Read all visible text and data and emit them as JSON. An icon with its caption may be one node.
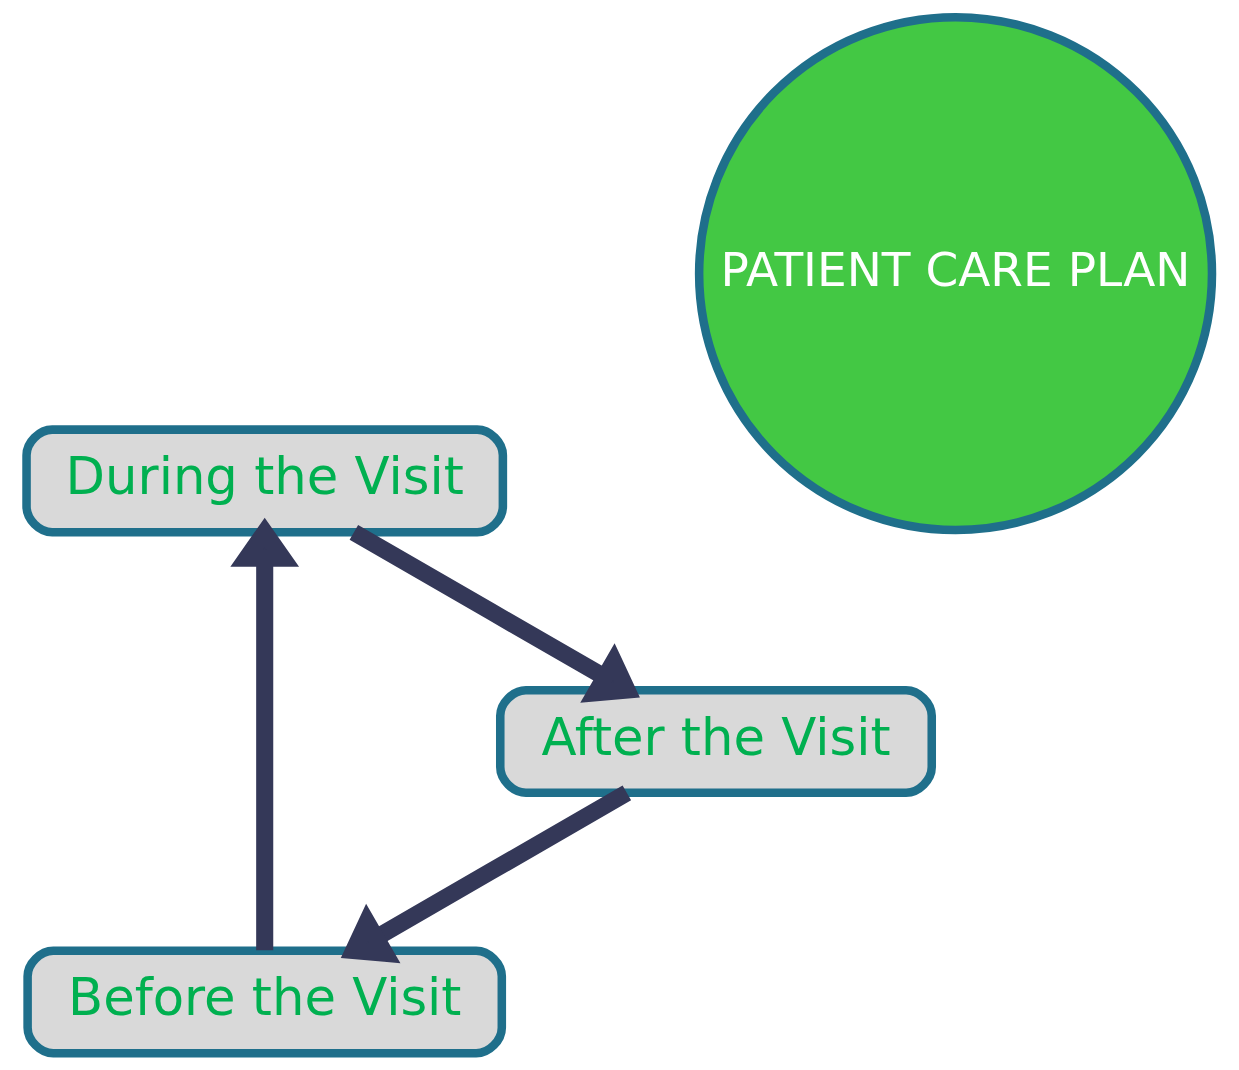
{
  "diagram": {
    "nodes": [
      {
        "text": [
          "PATIENT CARE PLAN"
        ]
      },
      {
        "text": [
          "Before the Visit"
        ]
      },
      {
        "text": [
          "During the Visit"
        ]
      },
      {
        "text": [
          "After the Visit"
        ]
      }
    ],
    "edges": [
      {
        "from": 1,
        "to": 2,
        "arrow": "to"
      },
      {
        "from": 2,
        "to": 3,
        "arrow": "to"
      },
      {
        "from": 3,
        "to": 1,
        "arrow": "to"
      }
    ]
  }
}
